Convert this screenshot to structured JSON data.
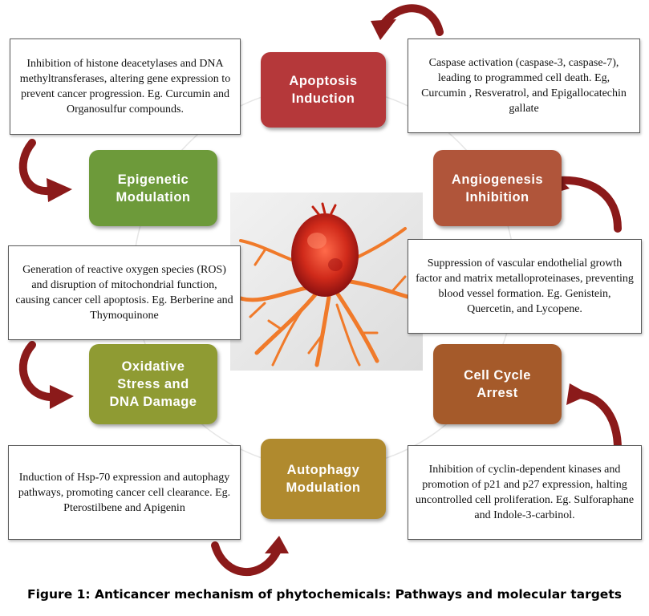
{
  "caption": "Figure 1: Anticancer mechanism of phytochemicals: Pathways and molecular targets",
  "colors": {
    "apoptosis": "#b5383a",
    "angiogenesis": "#b0553a",
    "cell_cycle": "#a55a2a",
    "autophagy": "#b08a2e",
    "oxidative": "#8f9b33",
    "epigenetic": "#6d9a3a",
    "arrow": "#8b1a1a"
  },
  "nodes": {
    "apoptosis": "Apoptosis\nInduction",
    "angiogenesis": "Angiogenesis\nInhibition",
    "cell_cycle": "Cell Cycle\nArrest",
    "autophagy": "Autophagy\nModulation",
    "oxidative": "Oxidative\nStress and\nDNA Damage",
    "epigenetic": "Epigenetic\nModulation"
  },
  "boxes": {
    "epigenetic": "Inhibition of histone deacetylases and DNA methyltransferases, altering gene expression to prevent cancer progression. Eg. Curcumin and Organosulfur compounds.",
    "apoptosis": "Caspase activation (caspase-3, caspase-7), leading to programmed cell death. Eg, Curcumin , Resveratrol, and Epigallocatechin gallate",
    "angiogenesis": "Suppression of vascular endothelial growth factor and matrix metalloproteinases, preventing blood vessel formation. Eg. Genistein, Quercetin, and Lycopene.",
    "oxidative": "Generation of reactive oxygen species (ROS) and disruption of mitochondrial function, causing cancer cell apoptosis. Eg. Berberine and Thymoquinone",
    "cell_cycle": "Inhibition of cyclin-dependent kinases and promotion of p21 and p27 expression, halting uncontrolled cell proliferation. Eg. Sulforaphane and Indole-3-carbinol.",
    "autophagy": "Induction of Hsp-70 expression and autophagy pathways, promoting cancer cell clearance. Eg. Pterostilbene and Apigenin"
  },
  "center_image": "cancer-cell-illustration"
}
